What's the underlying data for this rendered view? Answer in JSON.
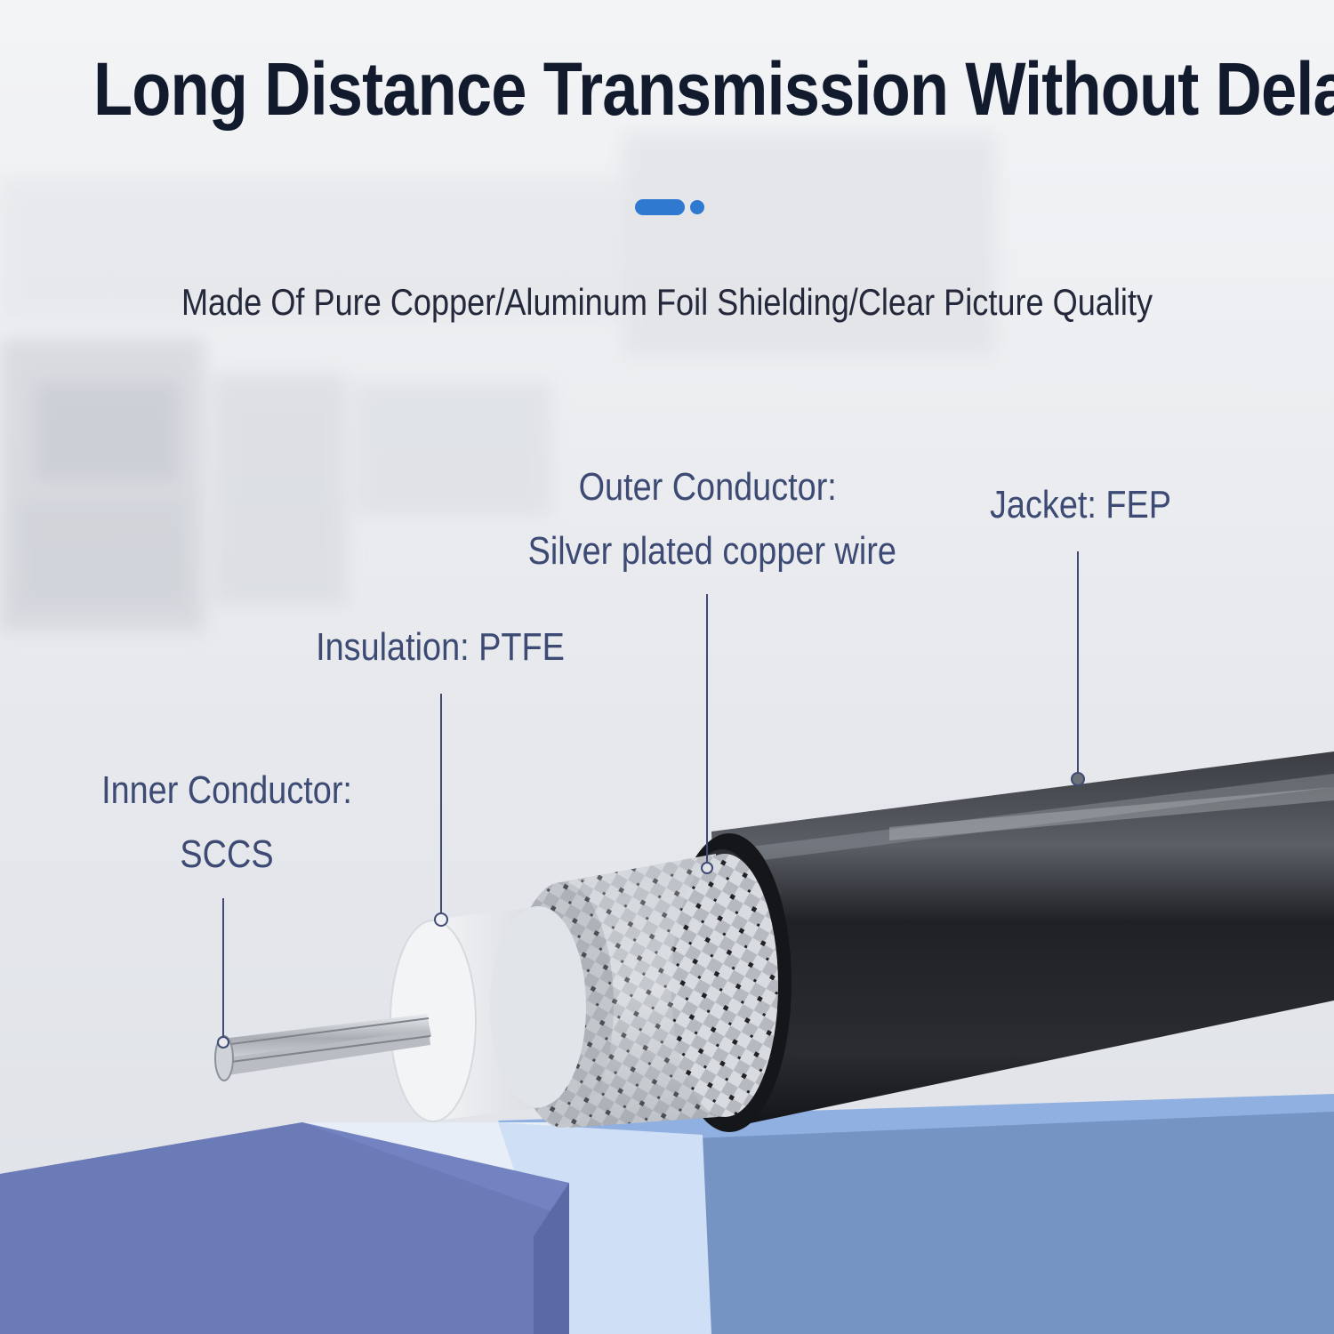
{
  "title": "Long Distance Transmission Without Delay",
  "subtitle": "Made Of Pure Copper/Aluminum Foil Shielding/Clear Picture Quality",
  "accent_color": "#2f79d0",
  "labels": {
    "inner_conductor": {
      "line1": "Inner Conductor:",
      "line2": "SCCS"
    },
    "insulation": {
      "line1": "Insulation: PTFE"
    },
    "outer_conductor": {
      "line1": "Outer Conductor:",
      "line2": "Silver plated copper wire"
    },
    "jacket": {
      "line1": "Jacket: FEP"
    }
  }
}
